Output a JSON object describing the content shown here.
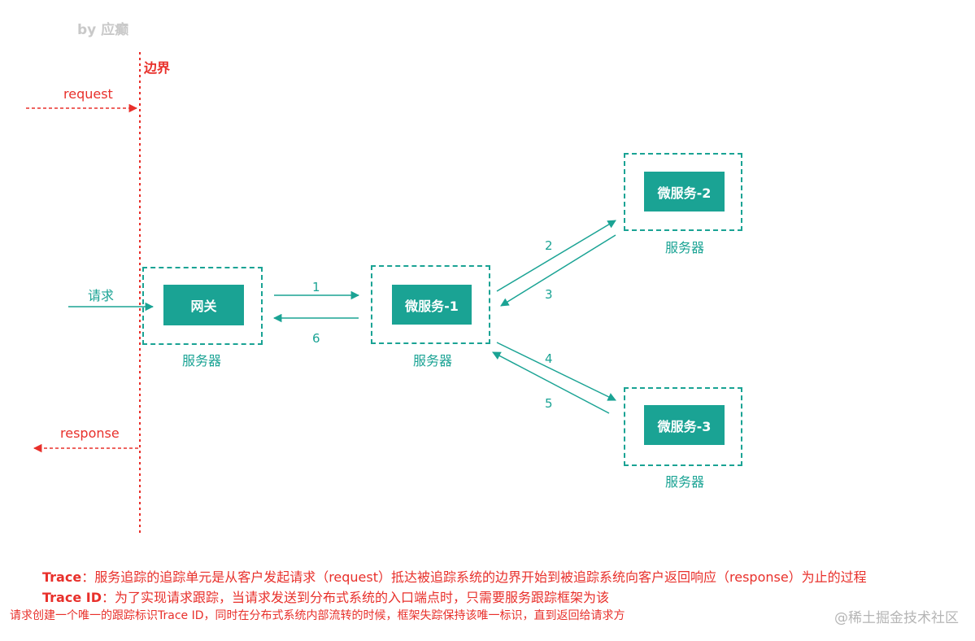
{
  "author": "by 应癫",
  "boundary_label": "边界",
  "request_label": "request",
  "response_label": "response",
  "entry_label": "请求",
  "server_label": "服务器",
  "nodes": {
    "gateway": "网关",
    "svc1": "微服务-1",
    "svc2": "微服务-2",
    "svc3": "微服务-3"
  },
  "edge_labels": [
    "1",
    "2",
    "3",
    "4",
    "5",
    "6"
  ],
  "notes": {
    "trace_term": "Trace",
    "trace_text": "：服务追踪的追踪单元是从客户发起请求（request）抵达被追踪系统的边界开始到被追踪系统向客户返回响应（response）为止的过程",
    "traceid_term": "Trace ID",
    "traceid_text": "：为了实现请求跟踪，当请求发送到分布式系统的入口端点时，只需要服务跟踪框架为该",
    "traceid_cont": "请求创建一个唯一的跟踪标识Trace ID，同时在分布式系统内部流转的时候，框架失踪保持该唯一标识，直到返回给请求方"
  },
  "watermark": "@稀土掘金技术社区",
  "colors": {
    "teal": "#1aa394",
    "red": "#e8302b",
    "grey": "#c9c9c9"
  }
}
